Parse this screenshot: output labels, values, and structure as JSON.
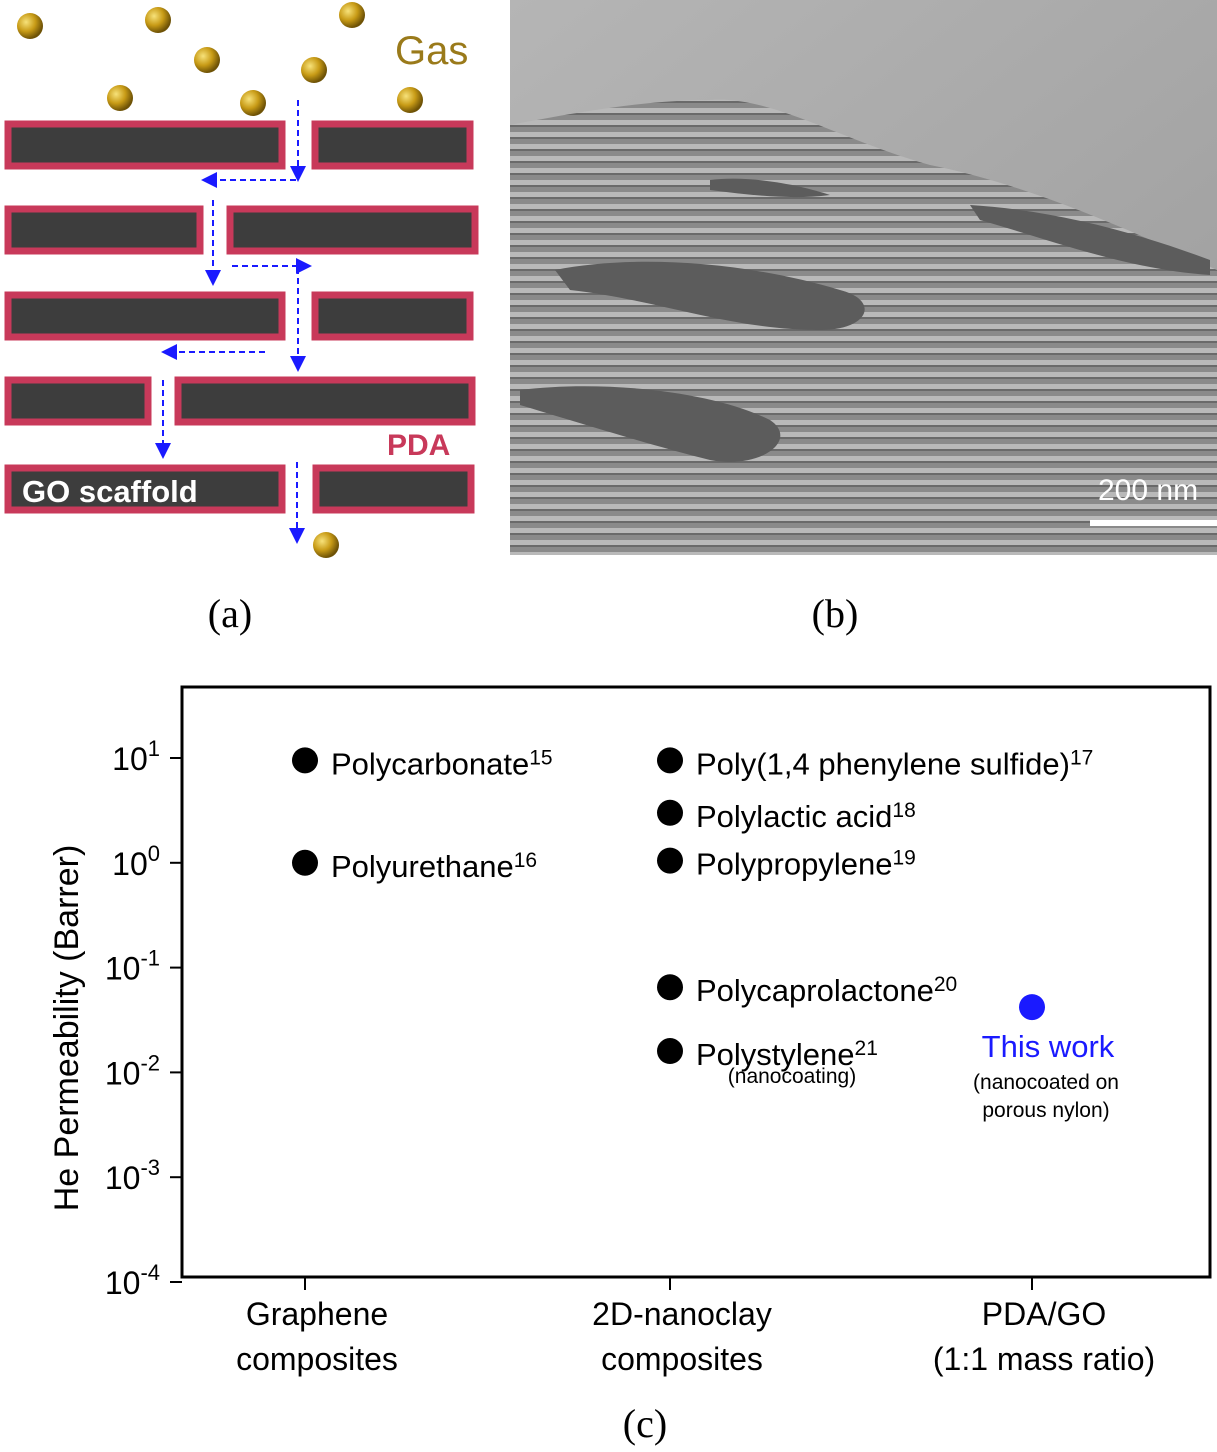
{
  "panel_a": {
    "caption": "(a)",
    "gas_label": "Gas",
    "pda_label": "PDA",
    "scaffold_label": "GO scaffold",
    "colors": {
      "particle": "#b8900e",
      "pda": "#c8395a",
      "go": "#3d3d3d",
      "arrow": "#1a1aff",
      "gas_text": "#9a7a1a"
    }
  },
  "panel_b": {
    "caption": "(b)",
    "scale_bar_label": "200 nm"
  },
  "panel_c": {
    "caption": "(c)"
  },
  "chart_data": {
    "type": "scatter",
    "ylabel": "He Permeability (Barrer)",
    "y_scale": "log",
    "ylim": [
      0.0001,
      50
    ],
    "yticks": [
      {
        "value": 10,
        "base": "10",
        "exp": "1"
      },
      {
        "value": 1,
        "base": "10",
        "exp": "0"
      },
      {
        "value": 0.1,
        "base": "10",
        "exp": "-1"
      },
      {
        "value": 0.01,
        "base": "10",
        "exp": "-2"
      },
      {
        "value": 0.001,
        "base": "10",
        "exp": "-3"
      },
      {
        "value": 0.0001,
        "base": "10",
        "exp": "-4"
      }
    ],
    "categories": [
      {
        "line1": "Graphene",
        "line2": "composites"
      },
      {
        "line1": "2D-nanoclay",
        "line2": "composites"
      },
      {
        "line1": "PDA/GO",
        "line2": "(1:1 mass ratio)"
      }
    ],
    "points": [
      {
        "category": 0,
        "y": 9.5,
        "label": "Polycarbonate",
        "ref": "15",
        "color": "#000000"
      },
      {
        "category": 0,
        "y": 1.0,
        "label": "Polyurethane",
        "ref": "16",
        "color": "#000000"
      },
      {
        "category": 1,
        "y": 9.5,
        "label": "Poly(1,4 phenylene sulfide)",
        "ref": "17",
        "color": "#000000"
      },
      {
        "category": 1,
        "y": 3.0,
        "label": "Polylactic acid",
        "ref": "18",
        "color": "#000000"
      },
      {
        "category": 1,
        "y": 1.05,
        "label": "Polypropylene",
        "ref": "19",
        "color": "#000000"
      },
      {
        "category": 1,
        "y": 0.065,
        "label": "Polycaprolactone",
        "ref": "20",
        "color": "#000000"
      },
      {
        "category": 1,
        "y": 0.016,
        "label": "Polystylene",
        "ref": "21",
        "note": "(nanocoating)",
        "color": "#000000"
      },
      {
        "category": 2,
        "y": 0.042,
        "label": "This work",
        "note_lines": [
          "(nanocoated on",
          "porous nylon)"
        ],
        "color": "#1a1aff"
      }
    ]
  }
}
